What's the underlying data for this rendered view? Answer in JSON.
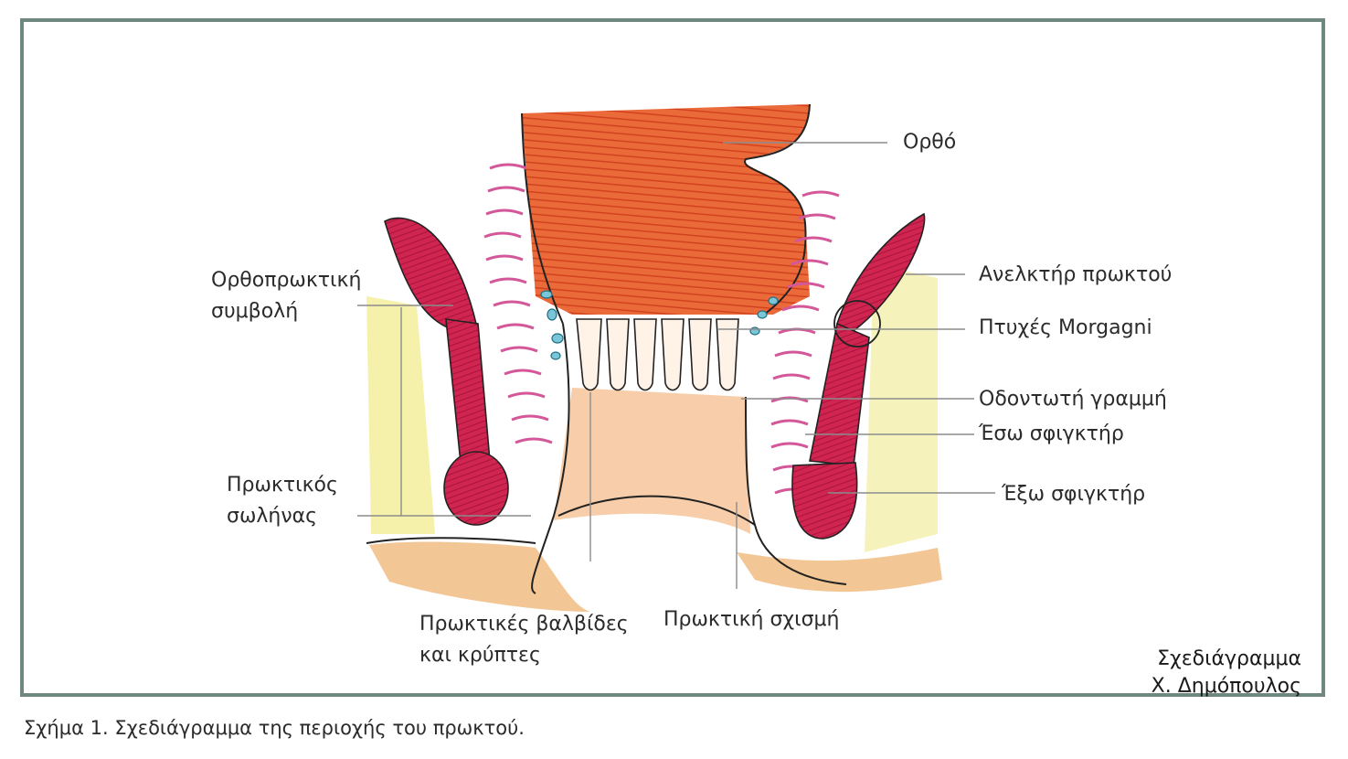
{
  "labels": {
    "rectum": "Ορθό",
    "levator_ani": "Ανελκτήρ πρωκτού",
    "morgagni_folds": "Πτυχές Morgagni",
    "dentate_line": "Οδοντωτή γραμμή",
    "internal_sphincter": "Έσω σφιγκτήρ",
    "external_sphincter": "Έξω σφιγκτήρ",
    "anorectal_junction_1": "Ορθοπρωκτική",
    "anorectal_junction_2": "συμβολή",
    "anal_canal_1": "Πρωκτικός",
    "anal_canal_2": "σωλήνας",
    "anal_valves_1": "Πρωκτικές βαλβίδες",
    "anal_valves_2": "και κρύπτες",
    "anal_fissure": "Πρωκτική σχισμή"
  },
  "credit": {
    "line1": "Σχεδιάγραμμα",
    "line2": "Χ. Δημόπουλος"
  },
  "caption": {
    "number": "Σχήμα 1.",
    "text": "Σχεδιάγραμμα της περιοχής του πρωκτού."
  },
  "colors": {
    "frame": "#6e877f",
    "rectum_red": "#e0522e",
    "muscle_crimson": "#c81e4a",
    "submucosa_pink": "#d4579a",
    "fat_yellow": "#f3ef9c",
    "skin_orange": "#f2c08a",
    "canal_peach": "#f6c9a0",
    "vessel_blue": "#7ac6d6"
  }
}
